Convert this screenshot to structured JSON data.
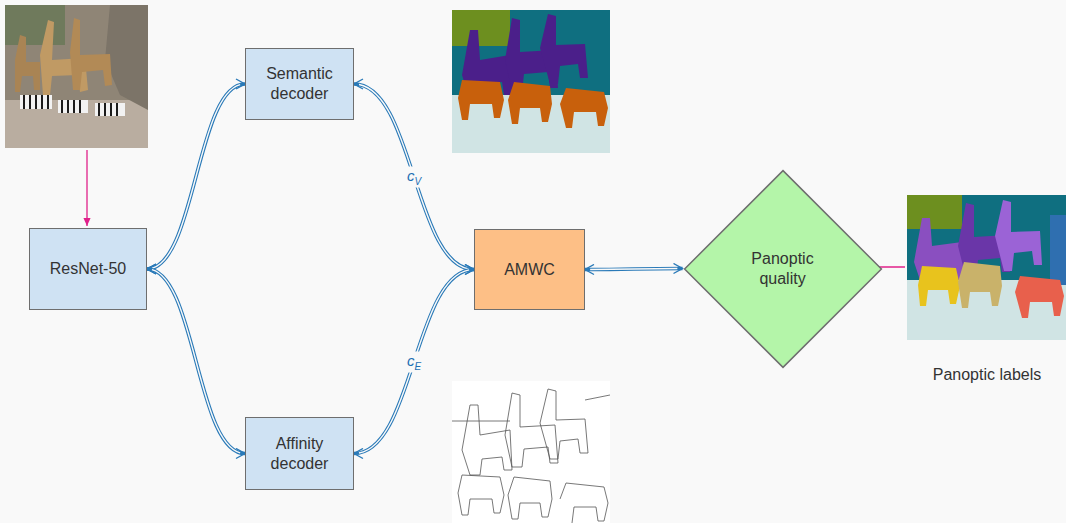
{
  "diagram": {
    "nodes": [
      {
        "text": [
          "ResNet-50"
        ]
      },
      {
        "text": [
          "Semantic decoder"
        ]
      },
      {
        "text": [
          "Affinity decoder"
        ]
      },
      {
        "text": [
          "AMWC"
        ]
      },
      {
        "text": [
          "Panoptic quality"
        ]
      }
    ],
    "edges": [
      {
        "from": 0,
        "to": 1,
        "arrow": "both"
      },
      {
        "from": 0,
        "to": 2,
        "arrow": "both"
      },
      {
        "from": 1,
        "to": 3,
        "arrow": "both",
        "label": "cV"
      },
      {
        "from": 2,
        "to": 3,
        "arrow": "both",
        "label": "cE"
      },
      {
        "from": 3,
        "to": 4,
        "arrow": "both"
      }
    ],
    "labels": [
      "Panoptic labels"
    ]
  }
}
